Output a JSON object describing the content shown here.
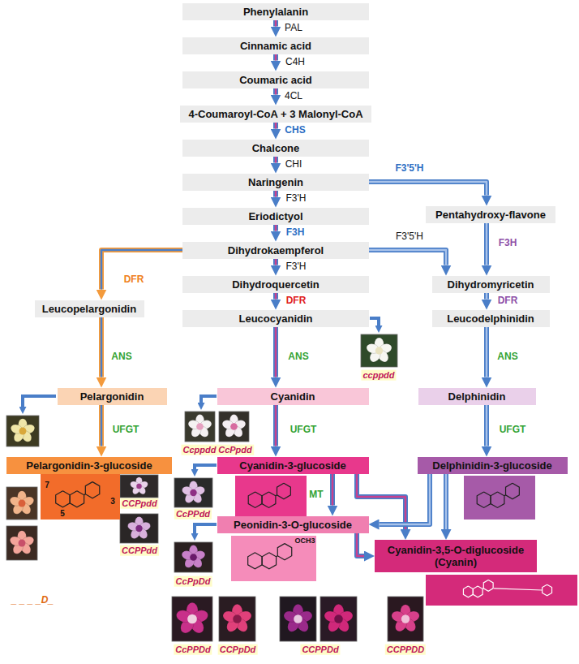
{
  "diagram": {
    "nodes": [
      {
        "text": [
          "Phenylalanin"
        ]
      },
      {
        "text": [
          "Cinnamic acid"
        ]
      },
      {
        "text": [
          "Coumaric acid"
        ]
      },
      {
        "text": [
          "4-Coumaroyl-CoA + 3 Malonyl-CoA"
        ]
      },
      {
        "text": [
          "Chalcone"
        ]
      },
      {
        "text": [
          "Naringenin"
        ]
      },
      {
        "text": [
          "Pentahydroxy-flavone"
        ]
      },
      {
        "text": [
          "Eriodictyol"
        ]
      },
      {
        "text": [
          "Dihydrokaempferol"
        ]
      },
      {
        "text": [
          "Dihydroquercetin"
        ]
      },
      {
        "text": [
          "Dihydromyricetin"
        ]
      },
      {
        "text": [
          "Leucopelargonidin"
        ]
      },
      {
        "text": [
          "Leucocyanidin"
        ]
      },
      {
        "text": [
          "Leucodelphinidin"
        ]
      },
      {
        "text": [
          "Pelargonidin"
        ]
      },
      {
        "text": [
          "Cyanidin"
        ]
      },
      {
        "text": [
          "Delphinidin"
        ]
      },
      {
        "text": [
          "Pelargonidin-3-glucoside"
        ]
      },
      {
        "text": [
          "Cyanidin-3-glucoside"
        ]
      },
      {
        "text": [
          "Delphinidin-3-glucoside"
        ]
      },
      {
        "text": [
          "Peonidin-3-O-glucoside"
        ]
      },
      {
        "text": [
          "Cyanidin-3,5-O-diglucoside (Cyanin)"
        ]
      }
    ],
    "edges": [
      {
        "from": 0,
        "to": 1,
        "arrow": "to",
        "label": "PAL"
      },
      {
        "from": 1,
        "to": 2,
        "arrow": "to",
        "label": "C4H"
      },
      {
        "from": 2,
        "to": 3,
        "arrow": "to",
        "label": "4CL"
      },
      {
        "from": 3,
        "to": 4,
        "arrow": "to",
        "label": "CHS"
      },
      {
        "from": 4,
        "to": 5,
        "arrow": "to",
        "label": "CHI"
      },
      {
        "from": 5,
        "to": 7,
        "arrow": "to",
        "label": "F3'H"
      },
      {
        "from": 7,
        "to": 8,
        "arrow": "to",
        "label": "F3H"
      },
      {
        "from": 8,
        "to": 9,
        "arrow": "to",
        "label": "F3'H"
      },
      {
        "from": 9,
        "to": 12,
        "arrow": "to",
        "label": "DFR"
      },
      {
        "from": 12,
        "to": 15,
        "arrow": "to",
        "label": "ANS"
      },
      {
        "from": 15,
        "to": 18,
        "arrow": "to",
        "label": "UFGT"
      },
      {
        "from": 18,
        "to": 20,
        "arrow": "to",
        "label": "MT"
      },
      {
        "from": 18,
        "to": 21,
        "arrow": "to"
      },
      {
        "from": 20,
        "to": 21,
        "arrow": "to"
      },
      {
        "from": 19,
        "to": 20,
        "arrow": "to"
      },
      {
        "from": 19,
        "to": 21,
        "arrow": "to"
      },
      {
        "from": 5,
        "to": 6,
        "arrow": "to",
        "label": "F3'5'H"
      },
      {
        "from": 6,
        "to": 10,
        "arrow": "to",
        "label": "F3H"
      },
      {
        "from": 8,
        "to": 10,
        "arrow": "to",
        "label": "F3'5'H"
      },
      {
        "from": 10,
        "to": 13,
        "arrow": "to",
        "label": "DFR"
      },
      {
        "from": 13,
        "to": 16,
        "arrow": "to",
        "label": "ANS"
      },
      {
        "from": 16,
        "to": 19,
        "arrow": "to",
        "label": "UFGT"
      },
      {
        "from": 8,
        "to": 11,
        "arrow": "to",
        "label": "DFR"
      },
      {
        "from": 11,
        "to": 14,
        "arrow": "to",
        "label": "ANS"
      },
      {
        "from": 14,
        "to": 17,
        "arrow": "to",
        "label": "UFGT"
      }
    ],
    "labels": [
      "ccppdd",
      "Ccppdd",
      "CcPpdd",
      "7",
      "5",
      "3",
      "CCPpdd",
      "CcPPdd",
      "CCPPdd",
      "OCH3",
      "CcPpDd",
      "_ _ _ _D_",
      "CcPPDd",
      "CCPpDd",
      "CCPPDd",
      "CCPPDD"
    ]
  }
}
